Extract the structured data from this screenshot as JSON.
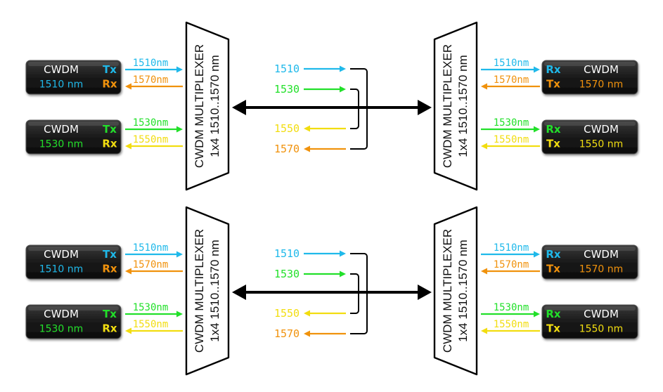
{
  "colors": {
    "c1510": "#1fb9ea",
    "c1530": "#22e02a",
    "c1550": "#f2dd10",
    "c1570": "#f0920c",
    "link": "#000000",
    "sfp_bg": "#1c1c1c"
  },
  "panels": [
    {
      "left_mux": {
        "line1": "CWDM MULTIPLEXER",
        "line2": "1x4 1510..1570 nm"
      },
      "right_mux": {
        "line1": "CWDM MULTIPLEXER",
        "line2": "1x4 1510..1570 nm"
      },
      "left_sfp": [
        {
          "title": "CWDM",
          "nm": "1510 nm",
          "nm_color": "c1510",
          "port_a": "Tx",
          "port_a_color": "c1510",
          "port_b": "Rx",
          "port_b_color": "c1570",
          "wl_a": "1510nm",
          "wl_a_color": "c1510",
          "wl_b": "1570nm",
          "wl_b_color": "c1570"
        },
        {
          "title": "CWDM",
          "nm": "1530 nm",
          "nm_color": "c1530",
          "port_a": "Tx",
          "port_a_color": "c1530",
          "port_b": "Rx",
          "port_b_color": "c1550",
          "wl_a": "1530nm",
          "wl_a_color": "c1530",
          "wl_b": "1550nm",
          "wl_b_color": "c1550"
        }
      ],
      "right_sfp": [
        {
          "title": "CWDM",
          "nm": "1570 nm",
          "nm_color": "c1570",
          "port_a": "Rx",
          "port_a_color": "c1510",
          "port_b": "Tx",
          "port_b_color": "c1570",
          "wl_a": "1510nm",
          "wl_a_color": "c1510",
          "wl_b": "1570nm",
          "wl_b_color": "c1570"
        },
        {
          "title": "CWDM",
          "nm": "1550 nm",
          "nm_color": "c1550",
          "port_a": "Rx",
          "port_a_color": "c1530",
          "port_b": "Tx",
          "port_b_color": "c1550",
          "wl_a": "1530nm",
          "wl_a_color": "c1530",
          "wl_b": "1550nm",
          "wl_b_color": "c1550"
        }
      ],
      "legend": [
        {
          "label": "1510",
          "color": "c1510",
          "dir": "right"
        },
        {
          "label": "1530",
          "color": "c1530",
          "dir": "right"
        },
        {
          "label": "1550",
          "color": "c1550",
          "dir": "left"
        },
        {
          "label": "1570",
          "color": "c1570",
          "dir": "left"
        }
      ]
    },
    {
      "left_mux": {
        "line1": "CWDM MULTIPLEXER",
        "line2": "1x4 1510..1570 nm"
      },
      "right_mux": {
        "line1": "CWDM MULTIPLEXER",
        "line2": "1x4 1510..1570 nm"
      },
      "left_sfp": [
        {
          "title": "CWDM",
          "nm": "1510 nm",
          "nm_color": "c1510",
          "port_a": "Tx",
          "port_a_color": "c1510",
          "port_b": "Rx",
          "port_b_color": "c1570",
          "wl_a": "1510nm",
          "wl_a_color": "c1510",
          "wl_b": "1570nm",
          "wl_b_color": "c1570"
        },
        {
          "title": "CWDM",
          "nm": "1530 nm",
          "nm_color": "c1530",
          "port_a": "Tx",
          "port_a_color": "c1530",
          "port_b": "Rx",
          "port_b_color": "c1550",
          "wl_a": "1530nm",
          "wl_a_color": "c1530",
          "wl_b": "1550nm",
          "wl_b_color": "c1550"
        }
      ],
      "right_sfp": [
        {
          "title": "CWDM",
          "nm": "1570 nm",
          "nm_color": "c1570",
          "port_a": "Rx",
          "port_a_color": "c1510",
          "port_b": "Tx",
          "port_b_color": "c1570",
          "wl_a": "1510nm",
          "wl_a_color": "c1510",
          "wl_b": "1570nm",
          "wl_b_color": "c1570"
        },
        {
          "title": "CWDM",
          "nm": "1550 nm",
          "nm_color": "c1550",
          "port_a": "Rx",
          "port_a_color": "c1530",
          "port_b": "Tx",
          "port_b_color": "c1550",
          "wl_a": "1530nm",
          "wl_a_color": "c1530",
          "wl_b": "1550nm",
          "wl_b_color": "c1550"
        }
      ],
      "legend": [
        {
          "label": "1510",
          "color": "c1510",
          "dir": "right"
        },
        {
          "label": "1530",
          "color": "c1530",
          "dir": "right"
        },
        {
          "label": "1550",
          "color": "c1550",
          "dir": "left"
        },
        {
          "label": "1570",
          "color": "c1570",
          "dir": "left"
        }
      ]
    }
  ]
}
